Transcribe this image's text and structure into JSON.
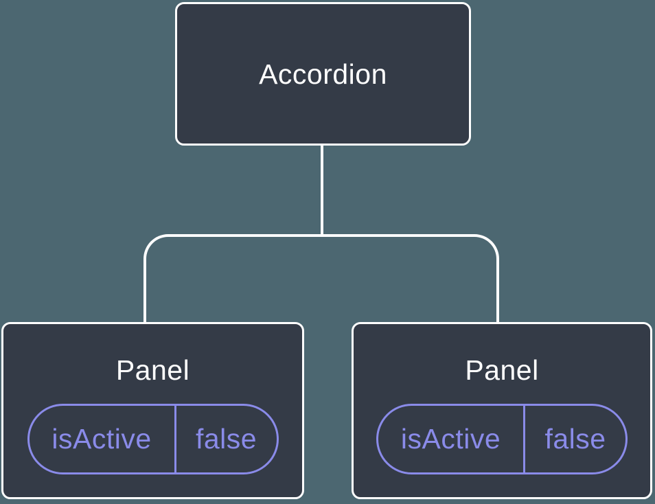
{
  "colors": {
    "background": "#4C6771",
    "node_fill": "#343B47",
    "node_border": "#FFFFFF",
    "connector": "#FFFFFF",
    "state_accent": "#8A8BE9"
  },
  "tree": {
    "root": {
      "label": "Accordion"
    },
    "children": [
      {
        "label": "Panel",
        "state": {
          "name": "isActive",
          "value": "false"
        }
      },
      {
        "label": "Panel",
        "state": {
          "name": "isActive",
          "value": "false"
        }
      }
    ]
  }
}
